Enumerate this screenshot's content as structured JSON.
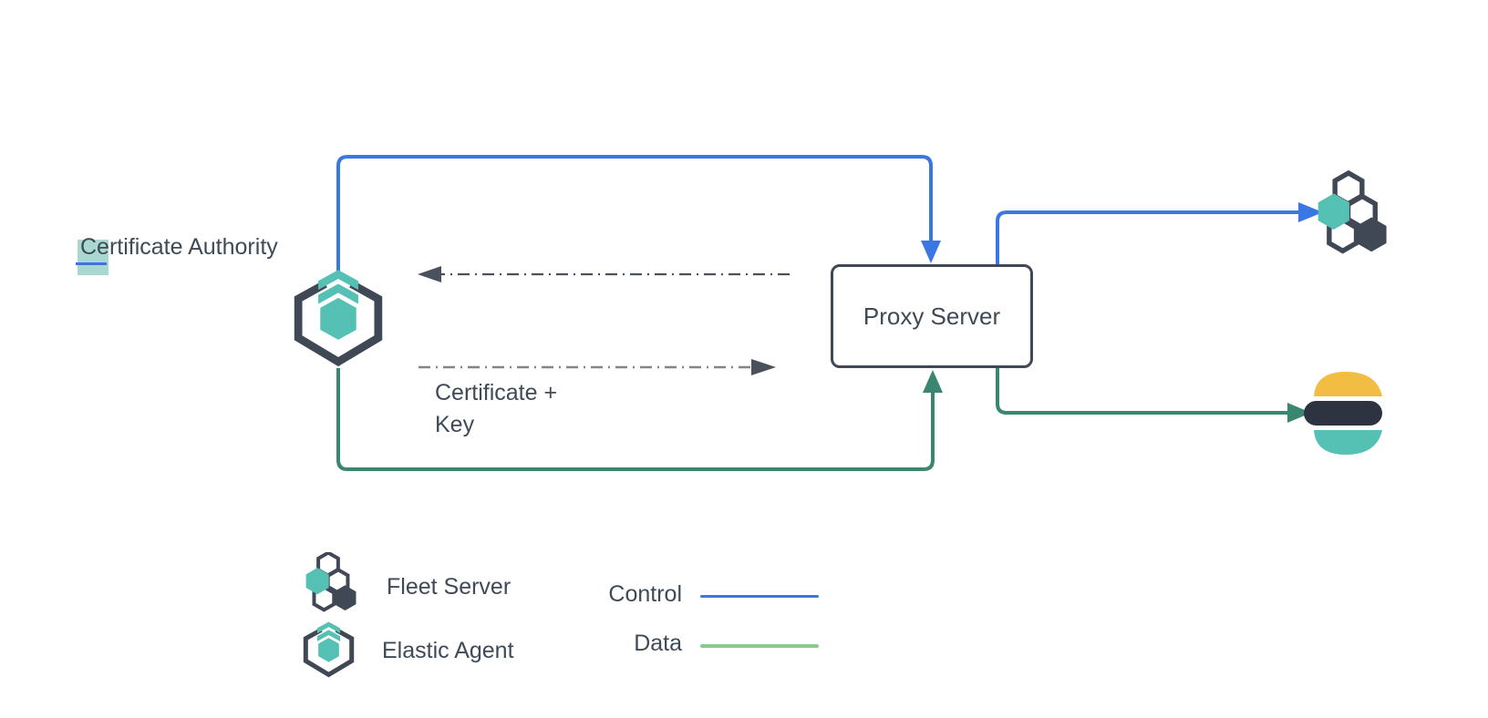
{
  "colors": {
    "blue": "#3b77e4",
    "green-dark": "#3a8671",
    "green-light": "#8bc98f",
    "teal": "#54c1b4",
    "slate": "#414855",
    "text": "#3f4a57",
    "yellow": "#f1bd42",
    "navy": "#2d3340",
    "highlight": "#a8d8cf",
    "caret": "#4170e0",
    "dash-dark": "#4a515c",
    "dash-grey": "#7e858e"
  },
  "labels": {
    "certificate_authority": "Certificate Authority",
    "proxy_server": "Proxy Server",
    "certificate_key_line1": "Certificate +",
    "certificate_key_line2": "Key"
  },
  "legend": {
    "fleet_server": "Fleet Server",
    "elastic_agent": "Elastic Agent",
    "control": "Control",
    "data": "Data"
  },
  "icons": {
    "elastic_agent": "elastic-agent-icon (hex bracket with teal hexagon and chevrons)",
    "fleet_server": "fleet-server-icon (hexagon cluster, teal + dark filled)",
    "elasticsearch": "elasticsearch-logo (yellow / navy / teal bands)"
  },
  "edges": [
    {
      "from": "elastic-agent",
      "to": "proxy-server",
      "type": "control",
      "style": "solid",
      "color": "blue"
    },
    {
      "from": "proxy-server",
      "to": "fleet-server",
      "type": "control",
      "style": "solid",
      "color": "blue"
    },
    {
      "from": "elastic-agent",
      "to": "proxy-server",
      "type": "data",
      "style": "solid",
      "color": "green"
    },
    {
      "from": "proxy-server",
      "to": "elasticsearch",
      "type": "data",
      "style": "solid",
      "color": "green"
    },
    {
      "from": "proxy-server",
      "to": "elastic-agent",
      "type": "certificate-exchange",
      "style": "dash-dot",
      "label": ""
    },
    {
      "from": "elastic-agent",
      "to": "proxy-server",
      "type": "certificate-key",
      "style": "dash-dot",
      "label": "Certificate + Key"
    }
  ]
}
